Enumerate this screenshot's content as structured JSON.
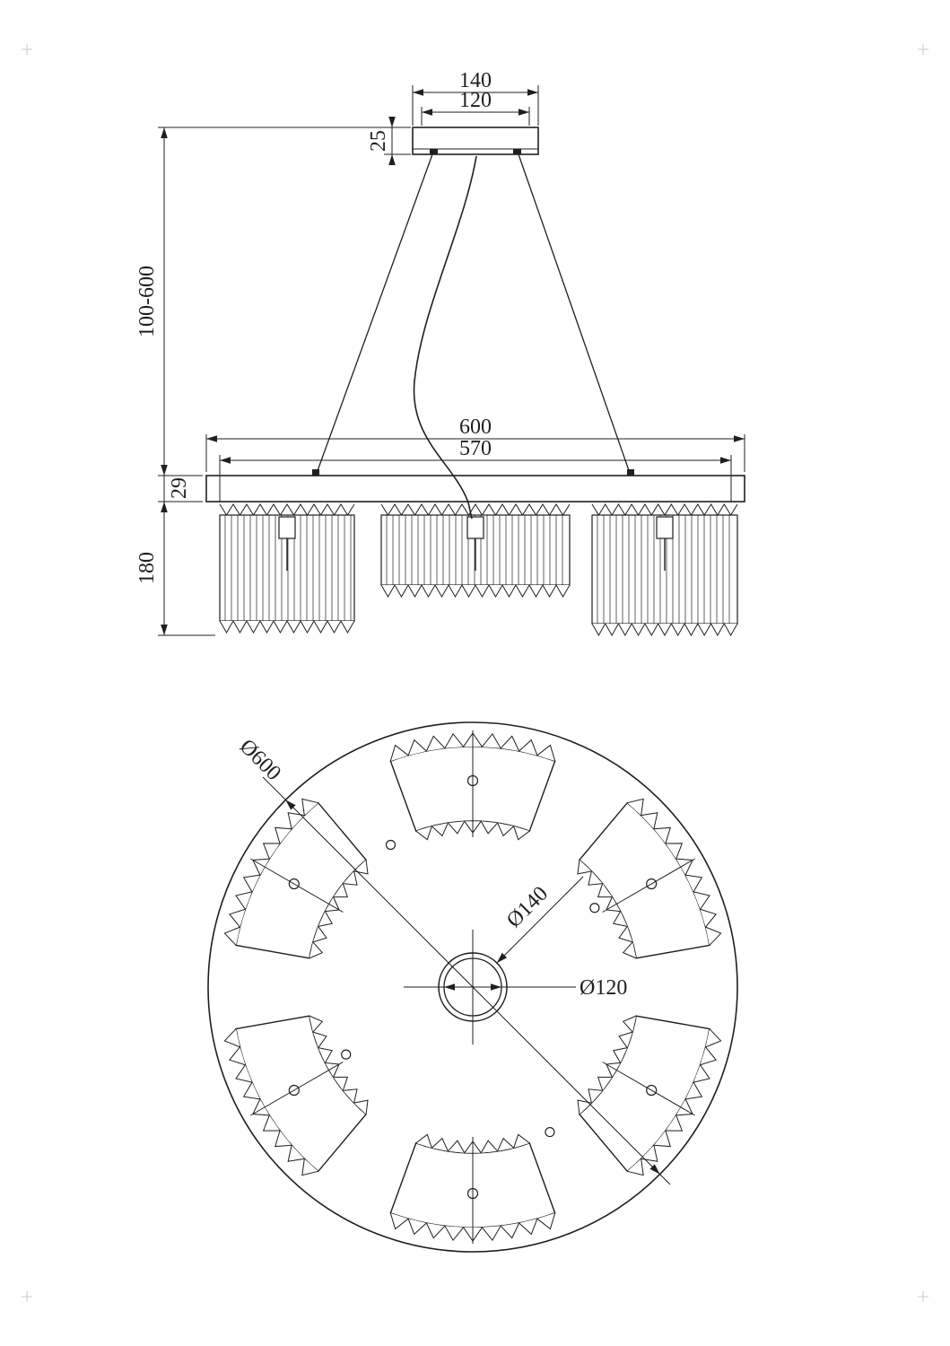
{
  "drawing": {
    "line_color": "#1f1f1f",
    "side": {
      "canopy_outer_width": "140",
      "canopy_inner_width": "120",
      "canopy_height": "25",
      "suspension_length": "100-600",
      "ring_outer_diameter": "600",
      "ring_inner_diameter": "570",
      "ring_height": "29",
      "shade_height": "180"
    },
    "plan": {
      "overall_diameter": "Ø600",
      "hub_outer_diameter": "Ø140",
      "hub_inner_diameter": "Ø120"
    }
  }
}
